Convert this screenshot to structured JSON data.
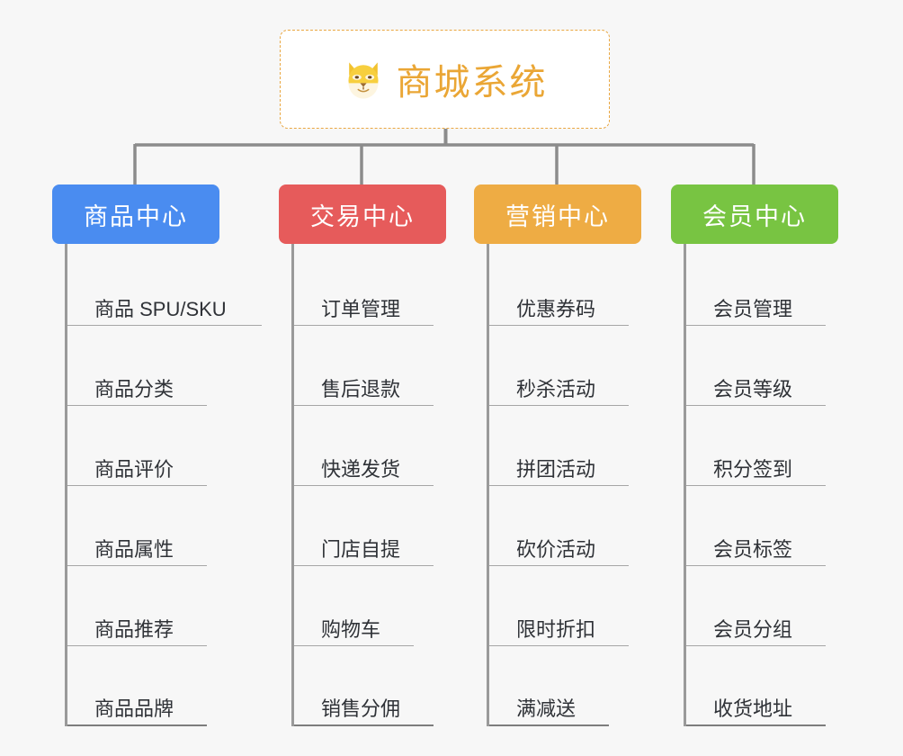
{
  "background_color": "#f7f7f7",
  "root": {
    "icon": "dog-face-icon",
    "title": "商城系统",
    "title_color": "#eaa635",
    "border_color": "#e9a742"
  },
  "connector_color": "#8c8c8c",
  "categories": [
    {
      "label": "商品中心",
      "color": "#4a8cf0",
      "items": [
        "商品 SPU/SKU",
        "商品分类",
        "商品评价",
        "商品属性",
        "商品推荐",
        "商品品牌"
      ]
    },
    {
      "label": "交易中心",
      "color": "#e65b5b",
      "items": [
        "订单管理",
        "售后退款",
        "快递发货",
        "门店自提",
        "购物车",
        "销售分佣"
      ]
    },
    {
      "label": "营销中心",
      "color": "#eeac44",
      "items": [
        "优惠券码",
        "秒杀活动",
        "拼团活动",
        "砍价活动",
        "限时折扣",
        "满减送"
      ]
    },
    {
      "label": "会员中心",
      "color": "#78c442",
      "items": [
        "会员管理",
        "会员等级",
        "积分签到",
        "会员标签",
        "会员分组",
        "收货地址"
      ]
    }
  ]
}
